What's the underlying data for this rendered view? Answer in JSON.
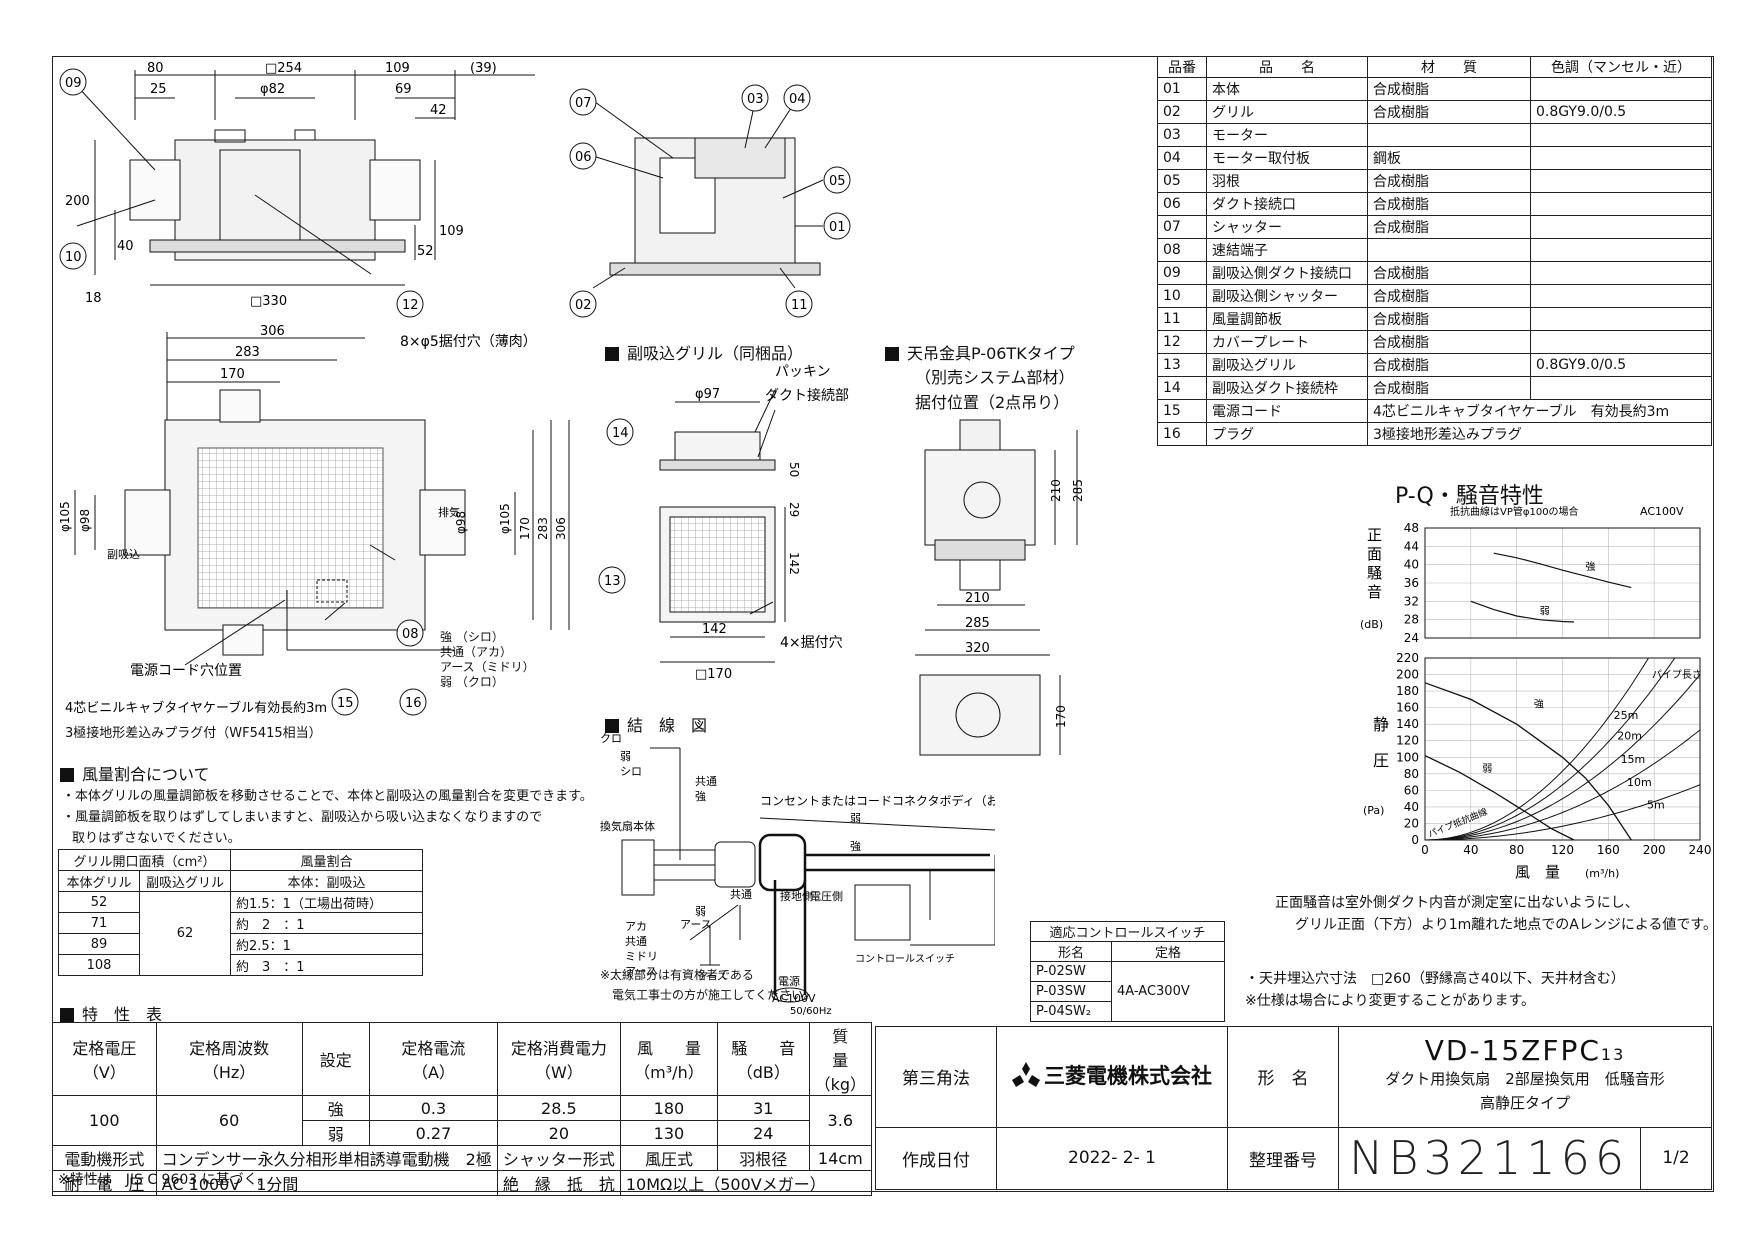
{
  "parts_table": {
    "headers": [
      "品番",
      "品　　名",
      "材　　質",
      "色調（マンセル・近）"
    ],
    "rows": [
      [
        "01",
        "本体",
        "合成樹脂",
        ""
      ],
      [
        "02",
        "グリル",
        "合成樹脂",
        "0.8GY9.0/0.5"
      ],
      [
        "03",
        "モーター",
        "",
        ""
      ],
      [
        "04",
        "モーター取付板",
        "鋼板",
        ""
      ],
      [
        "05",
        "羽根",
        "合成樹脂",
        ""
      ],
      [
        "06",
        "ダクト接続口",
        "合成樹脂",
        ""
      ],
      [
        "07",
        "シャッター",
        "合成樹脂",
        ""
      ],
      [
        "08",
        "速結端子",
        "",
        ""
      ],
      [
        "09",
        "副吸込側ダクト接続口",
        "合成樹脂",
        ""
      ],
      [
        "10",
        "副吸込側シャッター",
        "合成樹脂",
        ""
      ],
      [
        "11",
        "風量調節板",
        "合成樹脂",
        ""
      ],
      [
        "12",
        "カバープレート",
        "合成樹脂",
        ""
      ],
      [
        "13",
        "副吸込グリル",
        "合成樹脂",
        "0.8GY9.0/0.5"
      ],
      [
        "14",
        "副吸込ダクト接続枠",
        "合成樹脂",
        ""
      ],
      [
        "15",
        "電源コード",
        "4芯ビニルキャブタイヤケーブル　有効長約3m",
        ""
      ],
      [
        "16",
        "プラグ",
        "3極接地形差込みプラグ",
        ""
      ]
    ]
  },
  "drawing": {
    "dims_top": [
      "80",
      "□254",
      "109",
      "(39)",
      "25",
      "φ82",
      "69",
      "42",
      "200",
      "40",
      "52",
      "109",
      "18",
      "□330"
    ],
    "dims_plan": [
      "306",
      "283",
      "170",
      "8×φ5据付穴（薄肉）",
      "φ105",
      "φ98",
      "170",
      "283",
      "306",
      "φ98",
      "φ105"
    ],
    "plan_labels": {
      "left": "副吸込",
      "right": "排気"
    },
    "cord_labels": [
      "強 （シロ）",
      "共通（アカ）",
      "アース（ミドリ）",
      "弱 （クロ）"
    ],
    "cord_pos": "電源コード穴位置",
    "cord_note1": "4芯ビニルキャブタイヤケーブル有効長約3m",
    "cord_note2": "3極接地形差込みプラグ付（WF5415相当）",
    "callouts": [
      "09",
      "10",
      "12",
      "07",
      "06",
      "03",
      "04",
      "05",
      "01",
      "02",
      "11",
      "14",
      "13",
      "08",
      "15",
      "16"
    ],
    "subgrille": {
      "title": "副吸込グリル（同梱品）",
      "packing": "パッキン",
      "duct": "ダクト接続部",
      "dims": [
        "φ97",
        "50",
        "29",
        "142",
        "142",
        "□170"
      ],
      "holes": "4×据付穴"
    },
    "hanger": {
      "title": "天吊金具P-06TKタイプ",
      "sub": "（別売システム部材）",
      "pos": "据付位置（2点吊り）",
      "dims": [
        "210",
        "285",
        "210",
        "285",
        "320",
        "170"
      ]
    },
    "wiring": {
      "title": "結　線　図",
      "labels": [
        "クロ",
        "弱",
        "シロ",
        "共通",
        "強",
        "換気扇本体",
        "アカ",
        "共通",
        "ミドリ",
        "アース",
        "弱",
        "アース",
        "強",
        "弱",
        "共通",
        "接地側",
        "電圧側",
        "アース",
        "電源",
        "AC100V",
        "50/60Hz",
        "コントロールスイッチ"
      ],
      "outlet": "コンセントまたはコードコネクタボディ（お客様手配）",
      "note1": "※太線部分は有資格者である",
      "note2": "電気工事士の方が施工してください。"
    }
  },
  "ratio": {
    "title": "風量割合について",
    "note1": "・本体グリルの風量調節板を移動させることで、本体と副吸込の風量割合を変更できます。",
    "note2": "・風量調節板を取りはずしてしまいますと、副吸込から吸い込まなくなりますので",
    "note3": "取りはずさないでください。",
    "h_area": "グリル開口面積（cm²）",
    "h_ratio": "風量割合",
    "h_main": "本体グリル",
    "h_sub": "副吸込グリル",
    "h_ratio2": "本体：副吸込",
    "sub_value": "62",
    "rows": [
      [
        "52",
        "約1.5：1（工場出荷時）"
      ],
      [
        "71",
        "約　2　：1"
      ],
      [
        "89",
        "約2.5：1"
      ],
      [
        "108",
        "約　3　：1"
      ]
    ]
  },
  "spec": {
    "title": "特　性　表",
    "headers": [
      "定格電圧\n（V）",
      "定格周波数\n（Hz）",
      "設定",
      "定格電流\n（A）",
      "定格消費電力\n（W）",
      "風　　量\n（m³/h）",
      "騒　　音\n（dB）",
      "質　　量\n（kg）"
    ],
    "voltage": "100",
    "freq": "60",
    "mass": "3.6",
    "rows": [
      [
        "強",
        "0.3",
        "28.5",
        "180",
        "31"
      ],
      [
        "弱",
        "0.27",
        "20",
        "130",
        "24"
      ]
    ],
    "motor_label": "電動機形式",
    "motor": "コンデンサー永久分相形単相誘導電動機　2極",
    "shutter_label": "シャッター形式",
    "shutter": "風圧式",
    "blade_label": "羽根径",
    "blade": "14cm",
    "withstand_label": "耐　電　圧",
    "withstand": "AC 1000V　1分間",
    "insul_label": "絶　縁　抵　抗",
    "insul": "10MΩ以上（500Vメガー）",
    "note": "※特性は　JIS C 9603 に基づく。"
  },
  "control": {
    "title": "適応コントロールスイッチ",
    "h_model": "形名",
    "h_rating": "定格",
    "models": [
      "P-02SW",
      "P-03SW",
      "P-04SW₂"
    ],
    "rating": "4A-AC300V"
  },
  "chart_data": {
    "type": "line",
    "title": "P-Q・騒音特性",
    "note_top": "抵抗曲線はVP管φ100の場合",
    "power": "AC100V",
    "noise_ylabel": "正面騒音",
    "noise_unit": "(dB)",
    "noise_yticks": [
      48,
      44,
      40,
      36,
      32,
      28,
      24
    ],
    "noise_ylim": [
      24,
      48
    ],
    "noise_series": [
      {
        "name": "強",
        "x": [
          60,
          80,
          100,
          120,
          140,
          160,
          180
        ],
        "y": [
          42.5,
          41.5,
          40.2,
          38.8,
          37.5,
          36.2,
          35
        ]
      },
      {
        "name": "弱",
        "x": [
          40,
          60,
          80,
          100,
          120,
          130
        ],
        "y": [
          32,
          30.2,
          28.8,
          28,
          27.6,
          27.5
        ]
      }
    ],
    "pq_ylabel": "静圧",
    "pq_unit": "(Pa)",
    "pq_yticks": [
      220,
      200,
      180,
      160,
      140,
      120,
      100,
      80,
      60,
      40,
      20,
      0
    ],
    "xlabel": "風　量",
    "xunit": "(m³/h)",
    "xticks": [
      0,
      40,
      80,
      120,
      160,
      200,
      240
    ],
    "xlim": [
      0,
      240
    ],
    "ylim": [
      0,
      220
    ],
    "pq_series": [
      {
        "name": "強",
        "x": [
          0,
          40,
          80,
          120,
          140,
          160,
          180
        ],
        "y": [
          190,
          170,
          140,
          100,
          75,
          42,
          0
        ]
      },
      {
        "name": "弱",
        "x": [
          0,
          30,
          60,
          90,
          110,
          130
        ],
        "y": [
          102,
          82,
          58,
          32,
          14,
          0
        ]
      }
    ],
    "pipe_title": "パイプ長さ",
    "pipe_curves": [
      {
        "name": "25m",
        "k": 0.00578
      },
      {
        "name": "20m",
        "k": 0.00463
      },
      {
        "name": "15m",
        "k": 0.00347
      },
      {
        "name": "10m",
        "k": 0.00231
      },
      {
        "name": "5m",
        "k": 0.00116
      }
    ],
    "pipe_resist_label": "パイプ抵抗曲線",
    "note1": "正面騒音は室外側ダクト内音が測定室に出ないようにし、",
    "note2": "グリル正面（下方）より1m離れた地点でのAレンジによる値です。"
  },
  "notes": {
    "n1": "・天井埋込穴寸法　□260（野縁高さ40以下、天井材含む）",
    "n2": "※仕様は場合により変更することがあります。"
  },
  "title_block": {
    "projection": "第三角法",
    "company": "三菱電機株式会社",
    "model_label": "形　名",
    "model": "VD-15ZFPC",
    "model_sub": "13",
    "desc1": "ダクト用換気扇　2部屋換気用　低騒音形",
    "desc2": "高静圧タイプ",
    "date_label": "作成日付",
    "date": "2022- 2- 1",
    "docno_label": "整理番号",
    "docno": "NB321166",
    "page": "1/2"
  },
  "colors": {
    "ink": "#111111",
    "fill": "#eeeeee",
    "grille": "#888888"
  }
}
